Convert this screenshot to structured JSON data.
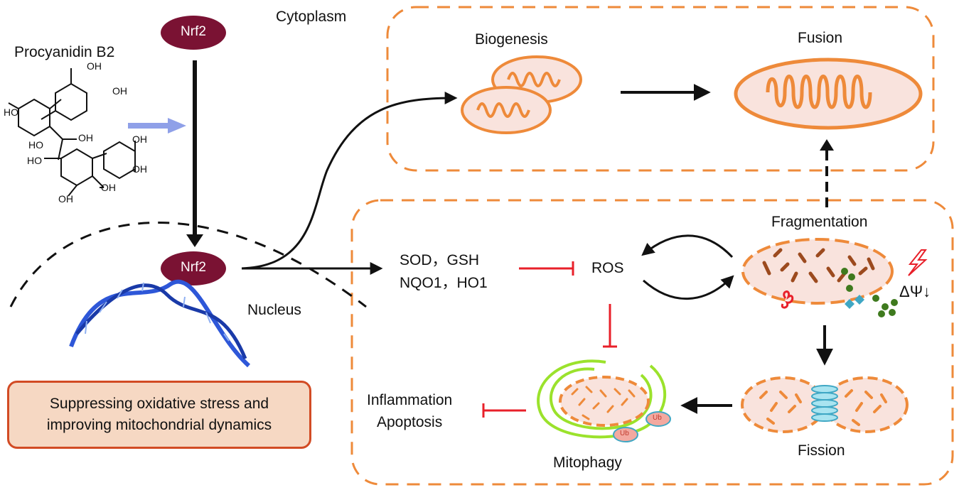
{
  "drug": {
    "name": "Procyanidin B2",
    "oh_labels": [
      "OH",
      "HO",
      "OH",
      "HO",
      "OH",
      "HO",
      "OH",
      "OH",
      "OH"
    ]
  },
  "compartments": {
    "cytoplasm": "Cytoplasm",
    "nucleus": "Nucleus"
  },
  "factors": {
    "nrf2_cytoplasm": "Nrf2",
    "nrf2_nucleus": "Nrf2"
  },
  "antioxidants": {
    "line1": "SOD，GSH",
    "line2": "NQO1，HO1"
  },
  "ros": "ROS",
  "mito_states": {
    "biogenesis": "Biogenesis",
    "fusion": "Fusion",
    "fragmentation": "Fragmentation",
    "fission": "Fission",
    "mitophagy": "Mitophagy",
    "membrane_potential": "ΔΨ↓",
    "ubiquitin": "Ub"
  },
  "outcomes": {
    "line1": "Inflammation",
    "line2": "Apoptosis"
  },
  "summary": {
    "line1": "Suppressing oxidative stress and",
    "line2": "improving mitochondrial dynamics"
  },
  "colors": {
    "orange": "#ee8a3a",
    "mito_fill": "#f9e3dd",
    "nrf2": "#7a1233",
    "inhibit_red": "#e8202a",
    "dna_blue": "#2e57d8",
    "drug_arrow": "#8fa0e8",
    "phagophore_green": "#9be22c",
    "summary_fill": "#f6d8c3",
    "summary_border": "#d24b24"
  }
}
